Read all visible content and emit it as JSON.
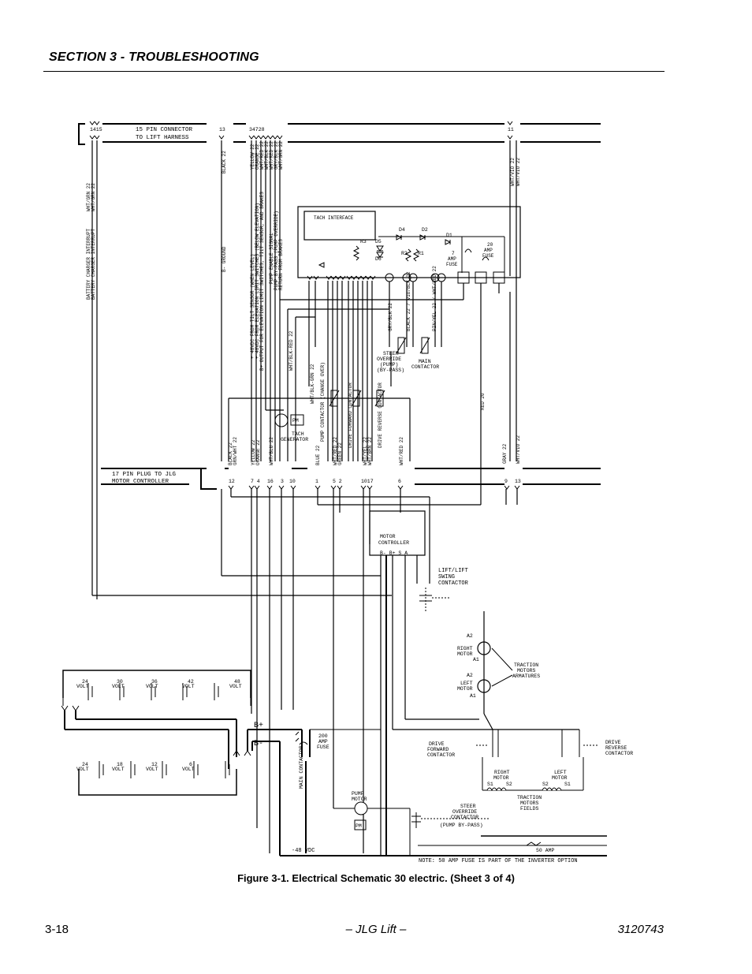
{
  "header": {
    "section": "SECTION 3 - TROUBLESHOOTING"
  },
  "footer": {
    "page": "3-18",
    "center": "– JLG Lift –",
    "doc": "3120743"
  },
  "figure": {
    "caption": "Figure 3-1.  Electrical Schematic 30 electric. (Sheet 3 of 4)",
    "labels": {
      "conn15": "15 PIN CONNECTOR",
      "conn15b": "TO LIFT HARNESS",
      "pins_top_left": "1415",
      "pin13": "13",
      "pins_top_mid": "34728",
      "pin11": "11",
      "wht_grn": "WHT/GRN 22",
      "black22": "BLACK 22",
      "wht_vio": "WHT/VIO 22",
      "bcharger": "BATTERY CHARGER INTERRUPT",
      "b_ground": "B- GROUND",
      "tilt": "+ 48VDC FROM TILT SENSOR (WHEN LEVEL)",
      "limit_sw": "+ 48VDC FROM ELEVATION LIMIT SWITCHES (BELOW ELEVATION)",
      "b_output": "B+ OUTPUT FOR ELEVATION LIMIT SWITCHES, TILT SENSOR, AND BRAKES",
      "pump_enable": "PUMP ENABLE SIGNAL",
      "pump_bypass": "PUMP BY-PASS (PUMP OVERRIDE)",
      "return_brakes": "RETURN FROM BRAKES",
      "w_yellow": "YELLOW 22",
      "w_orange": "ORANGE 22",
      "w_whtred": "WHT/RED 22",
      "w_whtblk": "WHT/BLK 22",
      "w_grnblk": "GRY/BLK 22",
      "w_whtgrn": "WHT/GRN 22",
      "tach": "TACH INTERFACE",
      "r3": "R3",
      "d5": "D5",
      "d6": "D6",
      "d4": "D4",
      "d2": "D2",
      "d1": "D1",
      "r2": "R2",
      "r1": "R1",
      "fuse7": "7",
      "fuse7b": "AMP",
      "fuse7c": "FUSE",
      "fuse20": "20",
      "fuse20b": "AMP",
      "fuse20c": "FUSE",
      "grayblk": "GRY/BLK 22",
      "blkvio": "BLACK 22 / VIO/BLK 22",
      "pinyel": "PIN/YEL 22 / WHT/RED 22",
      "steer_ovr": "STEER",
      "steer_ovr2": "OVERRIDE",
      "steer_ovr3": "(PUMP)",
      "steer_ovr4": "(BY-PASS)",
      "main_cont": "MAIN",
      "main_cont2": "CONTACTOR",
      "whtblkred": "WHT/BLK-RED 22",
      "whtblkgrn": "WHT/BLK-GRN 22",
      "red20": "RED 20",
      "pm": "PM",
      "tachgen": "TACH",
      "tachgen2": "GENERATOR",
      "pump_cont": "PUMP CONTACTOR (CHANGE OVER)",
      "drive_fwd": "DRIVE FORWARD CONTACTOR",
      "drive_rev": "DRIVE REVERSE CONTACTOR",
      "b_black": "BLACK 22",
      "b_grnwht": "GRN/WHT 22",
      "b_yellow": "YELLOW 22",
      "b_orange": "ORANGE 22",
      "b_whtblu": "WHT/BLU 22",
      "b_blue": "BLUE 22",
      "b_whtred": "WHT/RED 22",
      "b_green": "GREEN 22",
      "b_whtyel": "WHT/YEL 22",
      "b_whtbrn": "WHT/BRN 22",
      "b_whtred2": "WHT/RED 22",
      "b_gray": "GRAY 22",
      "b_whtvio": "WHT/VIO 22",
      "conn17": "17 PIN PLUG TO JLG",
      "conn17b": "MOTOR CONTROLLER",
      "p12": "12",
      "p74": "7 4",
      "p16": "16",
      "p3": "3",
      "p10": "10",
      "p1": "1",
      "p52": "5 2",
      "p1017": "1017",
      "p6": "6",
      "p9": "9",
      "p13": "13",
      "motor_ctrl": "MOTOR",
      "motor_ctrl2": "CONTROLLER",
      "term": "B-  B+  S    A",
      "lift_sw": "LIFT/LIFT",
      "lift_sw2": "SWING",
      "lift_sw3": "CONTACTOR",
      "a2": "A2",
      "a1": "A1",
      "a2b": "A2",
      "a1b": "A1",
      "right_motor": "RIGHT",
      "right_motor2": "MOTOR",
      "left_motor": "LEFT",
      "left_motor2": "MOTOR",
      "traction": "TRACTION",
      "traction2": "MOTORS",
      "traction3": "ARMATURES",
      "v24": "24",
      "v30": "30",
      "v36": "36",
      "v42": "42",
      "v48": "48",
      "v24b": "24",
      "v18": "18",
      "v12": "12",
      "v6": "6",
      "volt": "VOLT",
      "bplus": "B+",
      "bminus": "B-",
      "fuse200": "200",
      "fuse200b": "AMP",
      "fuse200c": "FUSE",
      "main_c": "MAIN CONTACTOR",
      "drive_fwd2": "DRIVE",
      "drive_fwd3": "FORWARD",
      "drive_fwd4": "CONTACTOR",
      "drive_rev2": "DRIVE",
      "drive_rev3": "REVERSE",
      "drive_rev4": "CONTACTOR",
      "rm": "RIGHT",
      "rm2": "MOTOR",
      "lm": "LEFT",
      "lm2": "MOTOR",
      "s1": "S1",
      "s2": "S2",
      "s2b": "S2",
      "s1b": "S1",
      "tmf": "TRACTION",
      "tmf2": "MOTORS",
      "tmf3": "FIELDS",
      "pump_motor": "PUMP",
      "pump_motor2": "MOTOR",
      "steer2": "STEER",
      "steer3": "OVERRIDE",
      "steer4": "CONTACTOR",
      "steer5": "(PUMP BY-PASS)",
      "neg48": "-48 VDC",
      "amp50": "50 AMP",
      "note": "NOTE: 50 AMP FUSE IS PART OF THE INVERTER OPTION"
    }
  }
}
